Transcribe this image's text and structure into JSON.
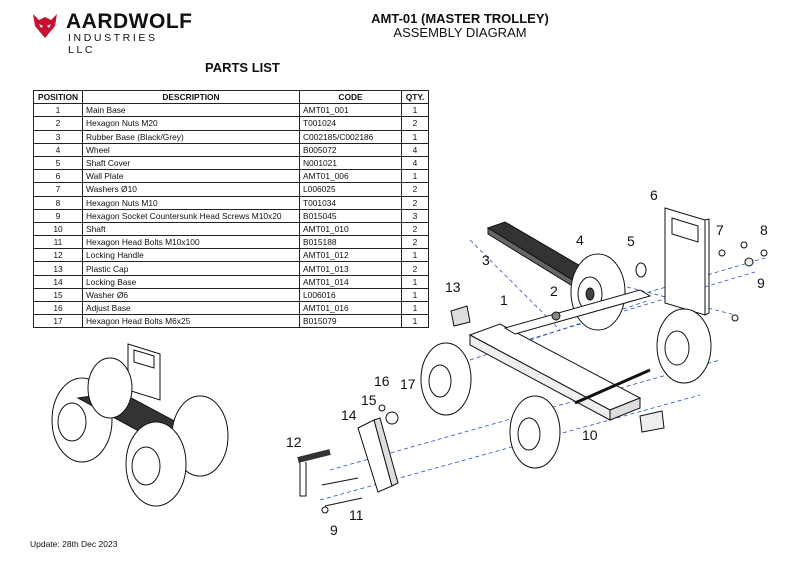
{
  "brand": {
    "name": "AARDWOLF",
    "subtitle": "INDUSTRIES LLC"
  },
  "title": {
    "line1": "AMT-01 (MASTER TROLLEY)",
    "line2": "ASSEMBLY DIAGRAM"
  },
  "parts_list": {
    "heading": "PARTS LIST",
    "columns": [
      "POSITION",
      "DESCRIPTION",
      "CODE",
      "QTY."
    ],
    "rows": [
      {
        "pos": "1",
        "desc": "Main Base",
        "code": "AMT01_001",
        "qty": "1"
      },
      {
        "pos": "2",
        "desc": "Hexagon Nuts M20",
        "code": "T001024",
        "qty": "2"
      },
      {
        "pos": "3",
        "desc": "Rubber Base (Black/Grey)",
        "code": "C002185/C002186",
        "qty": "1"
      },
      {
        "pos": "4",
        "desc": "Wheel",
        "code": "B005072",
        "qty": "4"
      },
      {
        "pos": "5",
        "desc": "Shaft Cover",
        "code": "N001021",
        "qty": "4"
      },
      {
        "pos": "6",
        "desc": "Wall Plate",
        "code": "AMT01_006",
        "qty": "1"
      },
      {
        "pos": "7",
        "desc": "Washers Ø10",
        "code": "L006025",
        "qty": "2"
      },
      {
        "pos": "8",
        "desc": "Hexagon Nuts M10",
        "code": "T001034",
        "qty": "2"
      },
      {
        "pos": "9",
        "desc": "Hexagon Socket Countersunk Head Screws M10x20",
        "code": "B015045",
        "qty": "3"
      },
      {
        "pos": "10",
        "desc": "Shaft",
        "code": "AMT01_010",
        "qty": "2"
      },
      {
        "pos": "11",
        "desc": "Hexagon Head Bolts M10x100",
        "code": "B015188",
        "qty": "2"
      },
      {
        "pos": "12",
        "desc": "Locking Handle",
        "code": "AMT01_012",
        "qty": "1"
      },
      {
        "pos": "13",
        "desc": "Plastic Cap",
        "code": "AMT01_013",
        "qty": "2"
      },
      {
        "pos": "14",
        "desc": "Locking Base",
        "code": "AMT01_014",
        "qty": "1"
      },
      {
        "pos": "15",
        "desc": "Washer Ø6",
        "code": "L006016",
        "qty": "1"
      },
      {
        "pos": "16",
        "desc": "Adjust Base",
        "code": "AMT01_016",
        "qty": "1"
      },
      {
        "pos": "17",
        "desc": "Hexagon Head Bolts M6x25",
        "code": "B015079",
        "qty": "1"
      }
    ]
  },
  "callouts": [
    "1",
    "2",
    "3",
    "4",
    "5",
    "6",
    "7",
    "8",
    "9",
    "10",
    "11",
    "12",
    "13",
    "14",
    "15",
    "16",
    "17",
    "9"
  ],
  "update": "Update: 28th Dec 2023"
}
